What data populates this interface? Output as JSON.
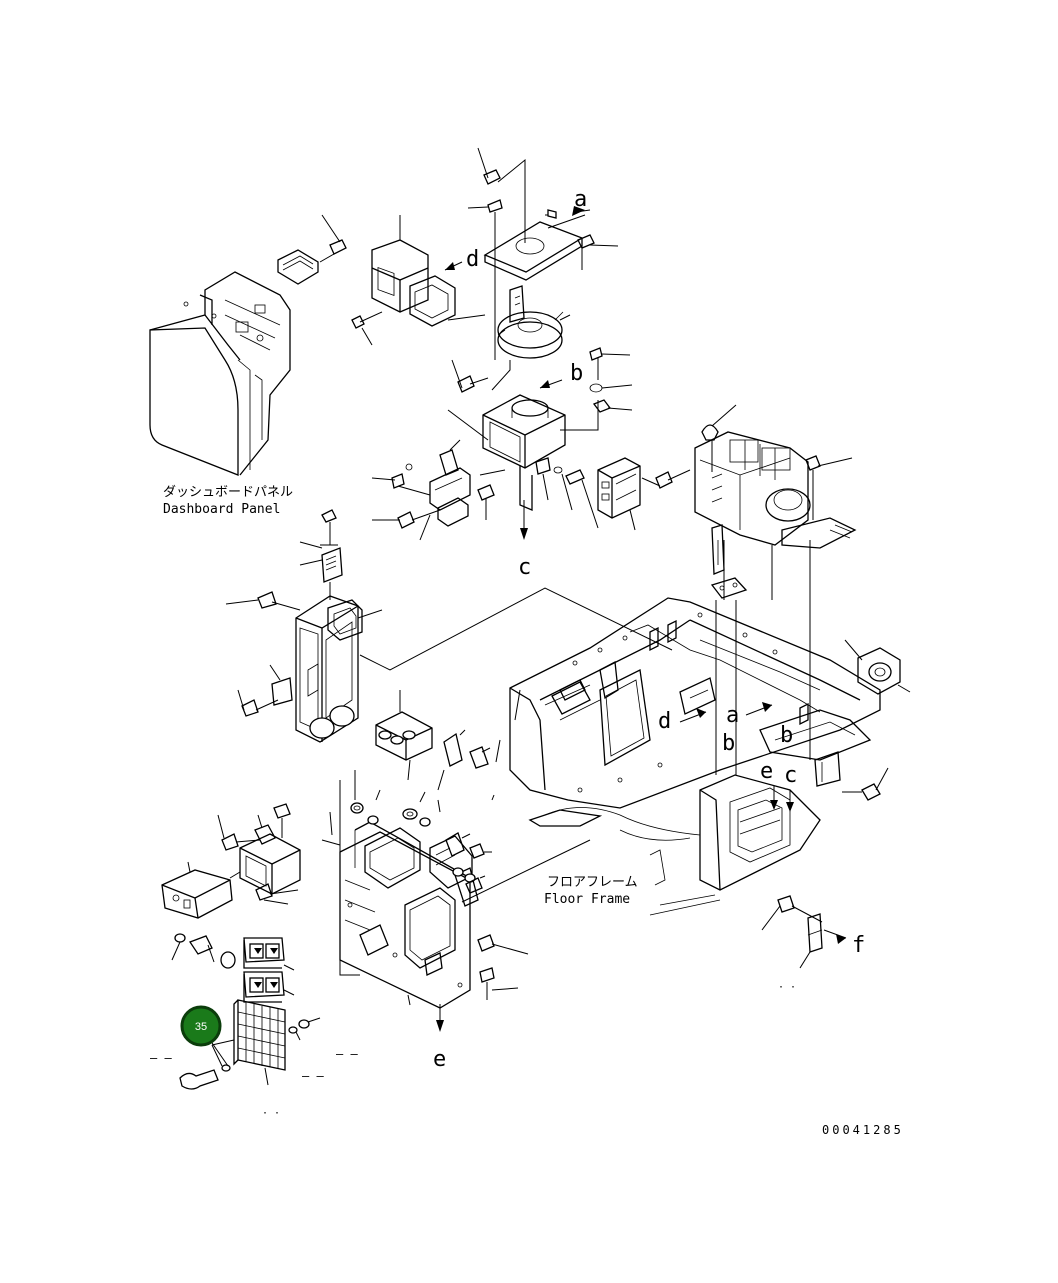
{
  "labels": {
    "dashboard_jp": "ダッシュボードパネル",
    "dashboard_en": "Dashboard Panel",
    "floor_jp": "フロアフレーム",
    "floor_en": "Floor Frame",
    "drawing_no": "00041285"
  },
  "arrow_letters": {
    "a_top": "a",
    "b_top": "b",
    "c_down": "c",
    "d_top": "d",
    "d_frame": "d",
    "a_frame": "a",
    "b_frame": "b",
    "e_frame": "e",
    "c_frame": "c",
    "b2_frame": "b",
    "e_down": "e",
    "f_right": "f"
  },
  "callout": {
    "number": "35",
    "color": "#1a7a1a",
    "ring_color": "#0b3d0b"
  },
  "dashes": {
    "d1": "– –",
    "d2": "– –",
    "d3": "– –",
    "d4": "· ·",
    "d5": "· ·"
  }
}
